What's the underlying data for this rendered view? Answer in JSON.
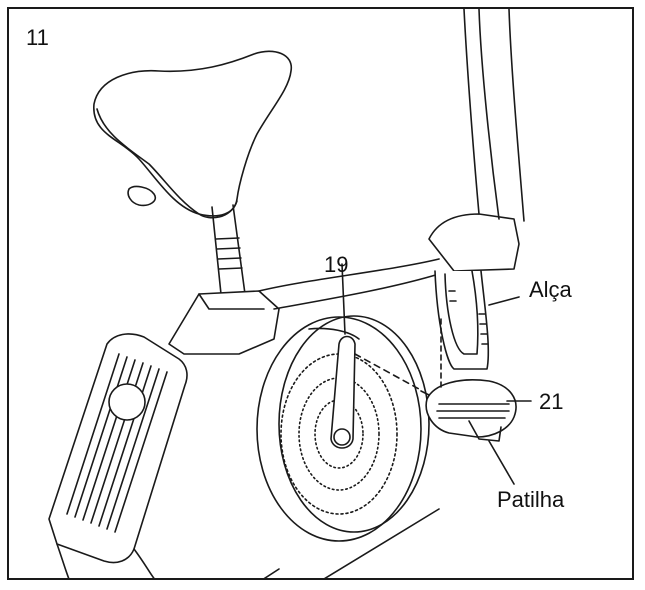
{
  "step_number": "11",
  "callouts": {
    "part_19": "19",
    "part_21": "21",
    "strap": "Alça",
    "pedal_tab": "Patilha"
  },
  "colors": {
    "ink": "#1a1a1a",
    "paper": "#ffffff"
  }
}
